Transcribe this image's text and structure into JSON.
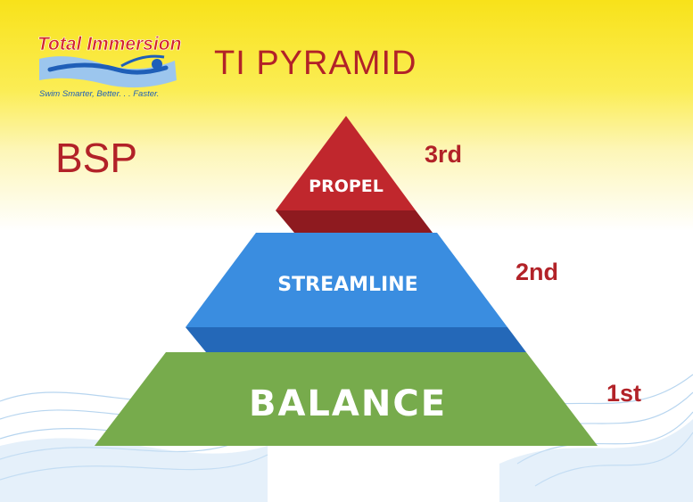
{
  "header": {
    "logo": {
      "brand_text": "Total Immersion",
      "tagline": "Swim Smarter, Better. . . Faster."
    },
    "title": "TI PYRAMID"
  },
  "subtitle": "BSP",
  "pyramid": {
    "tiers": [
      {
        "label": "PROPEL",
        "rank": "3rd",
        "color": "#c0272d"
      },
      {
        "label": "STREAMLINE",
        "rank": "2nd",
        "color": "#3a8de0"
      },
      {
        "label": "BALANCE",
        "rank": "1st",
        "color": "#77ab4c"
      }
    ]
  },
  "colors": {
    "text_red": "#b22228",
    "propel_shadow": "#8e1a1f",
    "streamline_shadow": "#2468b8",
    "logo_red": "#d3262b",
    "logo_blue": "#1f5fb8"
  }
}
